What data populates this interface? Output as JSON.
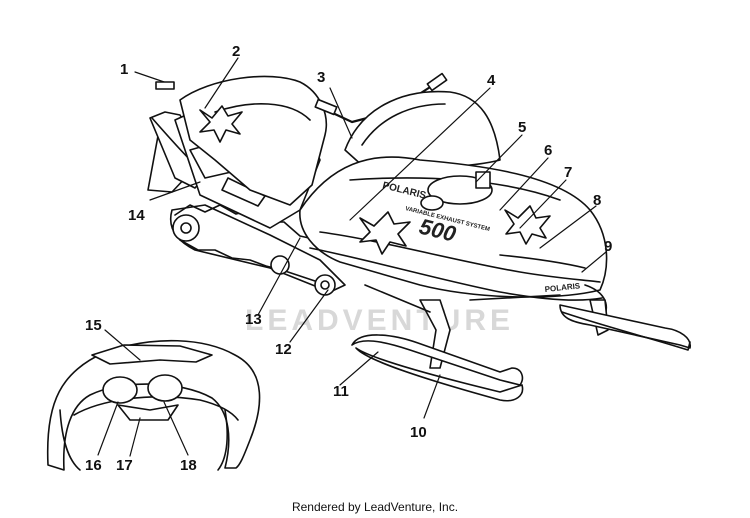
{
  "footer": {
    "credit": "Rendered by LeadVenture, Inc."
  },
  "watermark": {
    "text": "LEADVENTURE"
  },
  "decals": {
    "brand_hood": "POLARIS",
    "brand_nose": "POLARIS",
    "model": "500",
    "stripe": "VARIABLE EXHAUST SYSTEM"
  },
  "callouts": [
    "1",
    "2",
    "3",
    "4",
    "5",
    "6",
    "7",
    "8",
    "9",
    "10",
    "11",
    "12",
    "13",
    "14",
    "15",
    "16",
    "17",
    "18"
  ]
}
